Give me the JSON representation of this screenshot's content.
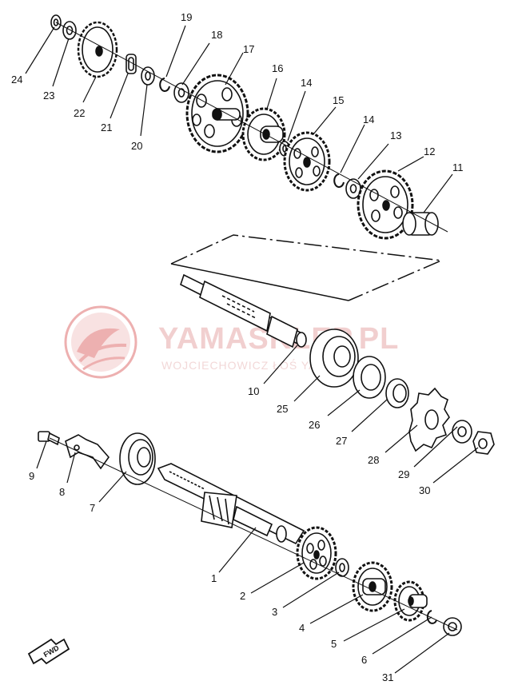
{
  "watermark": {
    "title": "YAMASKLEP.PL",
    "subtitle": "WOJCIECHOWICZ ŁOŚ YAMAHA",
    "color": "#d94848"
  },
  "fwd_label": "FWD",
  "callouts": {
    "c1": "1",
    "c2": "2",
    "c3": "3",
    "c4": "4",
    "c5": "5",
    "c6": "6",
    "c7": "7",
    "c8": "8",
    "c9": "9",
    "c10": "10",
    "c11": "11",
    "c12": "12",
    "c13": "13",
    "c14a": "14",
    "c14b": "14",
    "c15": "15",
    "c16": "16",
    "c17": "17",
    "c18": "18",
    "c19": "19",
    "c20": "20",
    "c21": "21",
    "c22": "22",
    "c23": "23",
    "c24": "24",
    "c25": "25",
    "c26": "26",
    "c27": "27",
    "c28": "28",
    "c29": "29",
    "c30": "30",
    "c31": "31"
  }
}
